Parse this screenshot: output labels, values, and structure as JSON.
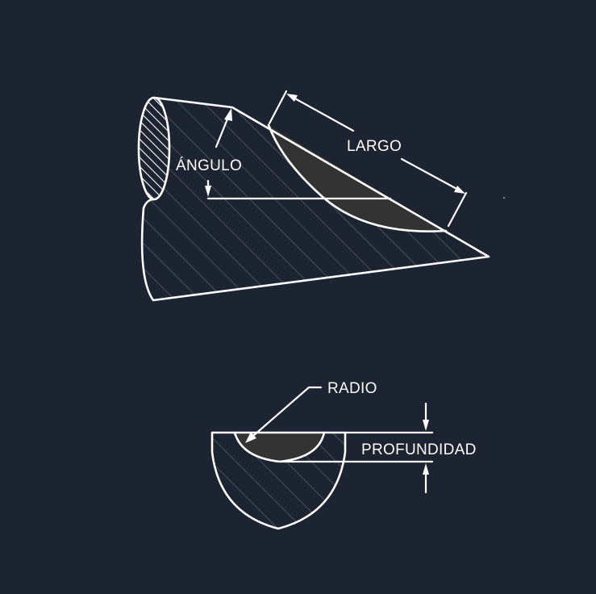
{
  "diagram": {
    "labels": {
      "angle": "ÁNGULO",
      "length": "LARGO",
      "radius": "RADIO",
      "depth": "PROFUNDIDAD"
    },
    "colors": {
      "background": "#1b2430",
      "line": "#ffffff",
      "hatch": "#4a4f56",
      "cut_fill": "#333333"
    }
  }
}
